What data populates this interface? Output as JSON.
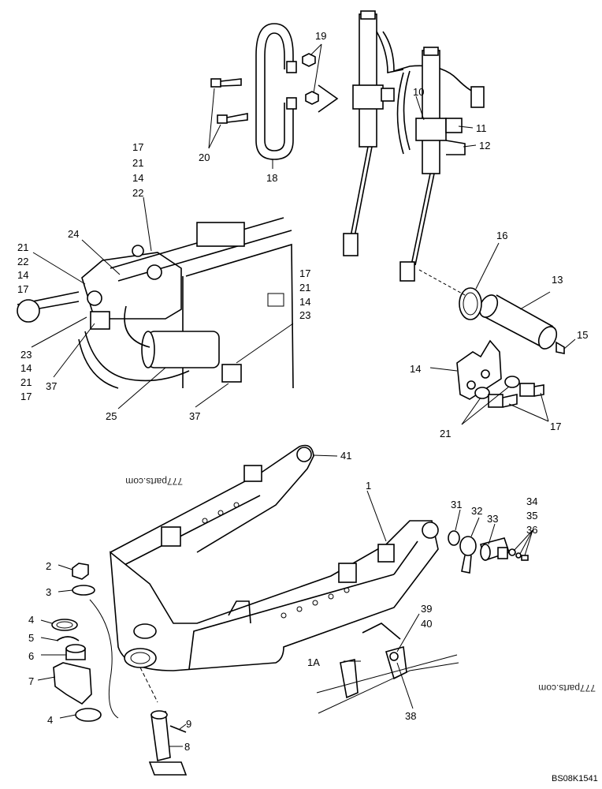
{
  "figure_code": "BS08K1541",
  "watermarks": [
    "777parts.com",
    "777parts.com"
  ],
  "callouts": [
    {
      "id": "c19",
      "text": "19"
    },
    {
      "id": "c20",
      "text": "20"
    },
    {
      "id": "c18",
      "text": "18"
    },
    {
      "id": "c10",
      "text": "10"
    },
    {
      "id": "c11",
      "text": "11"
    },
    {
      "id": "c12",
      "text": "12"
    },
    {
      "id": "cg1_17",
      "text": "17"
    },
    {
      "id": "cg1_21",
      "text": "21"
    },
    {
      "id": "cg1_14",
      "text": "14"
    },
    {
      "id": "cg1_22",
      "text": "22"
    },
    {
      "id": "c24",
      "text": "24"
    },
    {
      "id": "cg2_21",
      "text": "21"
    },
    {
      "id": "cg2_22",
      "text": "22"
    },
    {
      "id": "cg2_14",
      "text": "14"
    },
    {
      "id": "cg2_17",
      "text": "17"
    },
    {
      "id": "cg3_17",
      "text": "17"
    },
    {
      "id": "cg3_21",
      "text": "21"
    },
    {
      "id": "cg3_14",
      "text": "14"
    },
    {
      "id": "cg3_23",
      "text": "23"
    },
    {
      "id": "cg4_23",
      "text": "23"
    },
    {
      "id": "cg4_14",
      "text": "14"
    },
    {
      "id": "cg4_21",
      "text": "21"
    },
    {
      "id": "cg4_17",
      "text": "17"
    },
    {
      "id": "c37a",
      "text": "37"
    },
    {
      "id": "c25",
      "text": "25"
    },
    {
      "id": "c37b",
      "text": "37"
    },
    {
      "id": "c16",
      "text": "16"
    },
    {
      "id": "c13",
      "text": "13"
    },
    {
      "id": "c15",
      "text": "15"
    },
    {
      "id": "c14",
      "text": "14"
    },
    {
      "id": "c21",
      "text": "21"
    },
    {
      "id": "c17",
      "text": "17"
    },
    {
      "id": "c41",
      "text": "41"
    },
    {
      "id": "c1",
      "text": "1"
    },
    {
      "id": "c31",
      "text": "31"
    },
    {
      "id": "c32",
      "text": "32"
    },
    {
      "id": "c33",
      "text": "33"
    },
    {
      "id": "c34",
      "text": "34"
    },
    {
      "id": "c35",
      "text": "35"
    },
    {
      "id": "c36",
      "text": "36"
    },
    {
      "id": "c2",
      "text": "2"
    },
    {
      "id": "c3",
      "text": "3"
    },
    {
      "id": "c4a",
      "text": "4"
    },
    {
      "id": "c5",
      "text": "5"
    },
    {
      "id": "c6",
      "text": "6"
    },
    {
      "id": "c7",
      "text": "7"
    },
    {
      "id": "c4b",
      "text": "4"
    },
    {
      "id": "c39",
      "text": "39"
    },
    {
      "id": "c40",
      "text": "40"
    },
    {
      "id": "c1A",
      "text": "1A"
    },
    {
      "id": "c38",
      "text": "38"
    },
    {
      "id": "c9",
      "text": "9"
    },
    {
      "id": "c8",
      "text": "8"
    }
  ]
}
